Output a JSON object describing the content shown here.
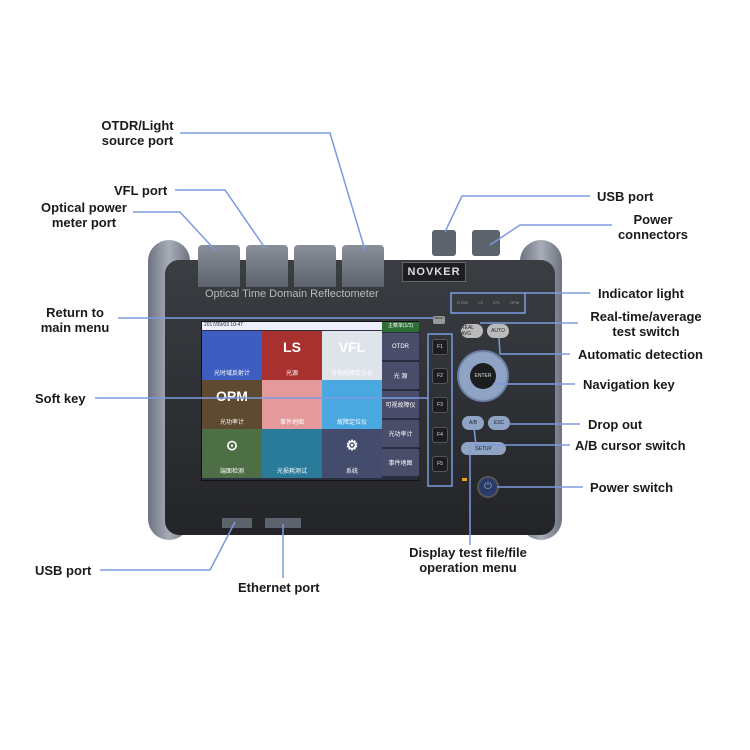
{
  "device": {
    "brand": "NOVKER",
    "model_text": "Optical Time Domain Reflectometer",
    "indicators": [
      "OTDR",
      "LS",
      "VFL",
      "OPM"
    ],
    "buttons": {
      "menu": "MENU",
      "realtime_avg": "REAL AVG",
      "auto": "AUTO",
      "enter": "ENTER",
      "ab": "A/B",
      "esc": "ESC",
      "setup": "SETUP"
    },
    "fkeys": [
      "F1",
      "F2",
      "F3",
      "F4",
      "F5"
    ]
  },
  "screen": {
    "datetime": "2017/09/03  10:47",
    "menu_title": "主菜单(1/2)",
    "tiles": [
      {
        "big": "",
        "label": "光时域反射计",
        "color": "#3d5ec0"
      },
      {
        "big": "LS",
        "label": "光源",
        "color": "#a8302e"
      },
      {
        "big": "VFL",
        "label": "可视故障定位仪",
        "color": "#dfe3ea"
      },
      {
        "big": "OPM",
        "label": "光功率计",
        "color": "#5e4a30"
      },
      {
        "big": "",
        "label": "事件地图",
        "color": "#e49a9a"
      },
      {
        "big": "",
        "label": "故障定位仪",
        "color": "#4aa8e0"
      },
      {
        "big": "⊙",
        "label": "端面检测",
        "color": "#4e6e45"
      },
      {
        "big": "",
        "label": "光损耗测试",
        "color": "#2a7a9a"
      },
      {
        "big": "⚙",
        "label": "系统",
        "color": "#444c6e"
      }
    ],
    "side_menu": [
      "OTDR",
      "光 源",
      "可视故障仪",
      "光功率计",
      "事件地图"
    ]
  },
  "labels": {
    "otdr_port": "OTDR/Light source port",
    "vfl_port": "VFL port",
    "opm_port": "Optical power meter port",
    "return_menu": "Return to main menu",
    "soft_key": "Soft key",
    "usb_bottom": "USB port",
    "ethernet": "Ethernet port",
    "display_file": "Display test file/file operation menu",
    "usb_top": "USB port",
    "power_conn": "Power connectors",
    "indicator": "Indicator light",
    "realtime": "Real-time/average test switch",
    "auto_detect": "Automatic detection",
    "nav_key": "Navigation key",
    "drop_out": "Drop out",
    "ab_switch": "A/B cursor switch",
    "power_switch": "Power switch"
  },
  "colors": {
    "leader_line": "#7b9be0"
  }
}
